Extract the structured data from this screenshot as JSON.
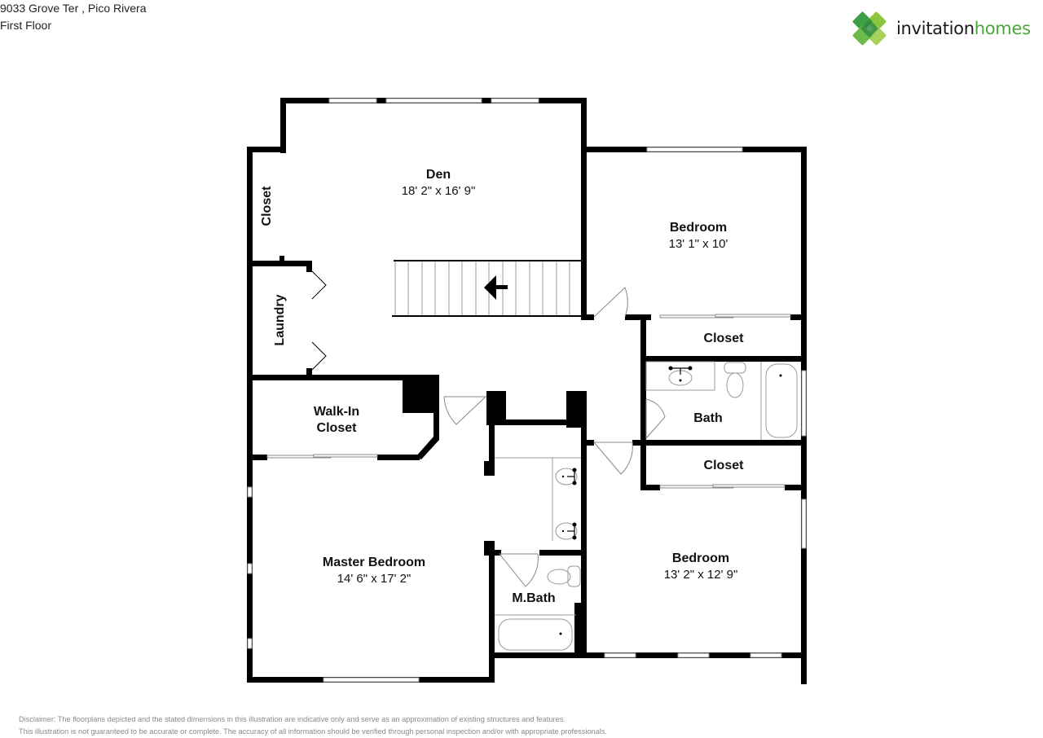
{
  "header": {
    "address": "9033 Grove Ter , Pico Rivera",
    "floor": "First Floor"
  },
  "brand": {
    "name_part1": "invitation",
    "name_part2": "homes",
    "logo_icon": "green-diamond-cluster-icon",
    "colors": {
      "light_green": "#8cc63f",
      "mid_green": "#5bb14a",
      "dark_green": "#2e8b3e",
      "text_dark": "#1a1a1a",
      "text_green": "#4aa83a"
    }
  },
  "rooms": {
    "den": {
      "name": "Den",
      "dimensions": "18' 2\" x 16' 9\""
    },
    "bedroom_ne": {
      "name": "Bedroom",
      "dimensions": "13' 1\" x 10'"
    },
    "closet_ne": {
      "name": "Closet"
    },
    "bath": {
      "name": "Bath"
    },
    "closet_se": {
      "name": "Closet"
    },
    "bedroom_se": {
      "name": "Bedroom",
      "dimensions": "13' 2\" x 12' 9\""
    },
    "closet_w": {
      "name": "Closet"
    },
    "laundry": {
      "name": "Laundry"
    },
    "walk_in_closet": {
      "name_line1": "Walk-In",
      "name_line2": "Closet"
    },
    "master_bedroom": {
      "name": "Master Bedroom",
      "dimensions": "14' 6\" x 17' 2\""
    },
    "master_bath": {
      "name": "M.Bath"
    }
  },
  "disclaimer": {
    "line1": "Disclaimer: The floorplans depicted and the stated dimensions in this illustration are indicative only and serve as an approximation of existing structures and features.",
    "line2": "This illustration is not guaranteed to be accurate or complete. The accuracy of all information should be verified through personal inspection and/or with appropriate professionals."
  }
}
